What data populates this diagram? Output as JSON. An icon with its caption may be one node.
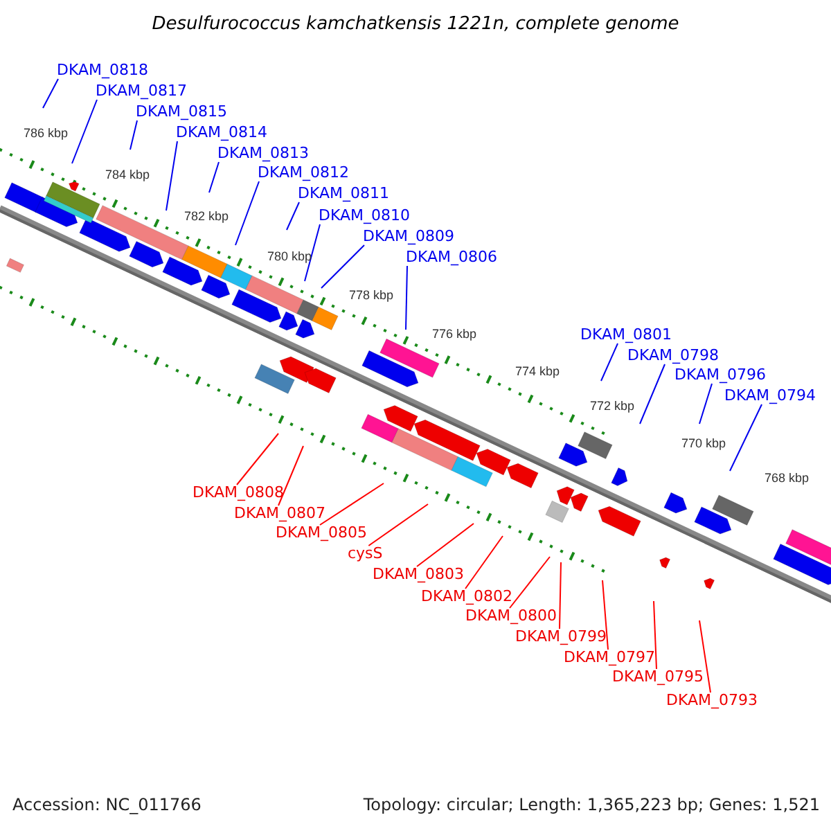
{
  "diagram": {
    "title": "Desulfurococcus kamchatkensis 1221n, complete genome",
    "nodes": [
      {
        "text": [
          "DKAM_0818"
        ]
      },
      {
        "text": [
          "DKAM_0817"
        ]
      },
      {
        "text": [
          "DKAM_0815"
        ]
      },
      {
        "text": [
          "DKAM_0814"
        ]
      },
      {
        "text": [
          "DKAM_0813"
        ]
      },
      {
        "text": [
          "DKAM_0812"
        ]
      },
      {
        "text": [
          "DKAM_0811"
        ]
      },
      {
        "text": [
          "DKAM_0810"
        ]
      },
      {
        "text": [
          "DKAM_0809"
        ]
      },
      {
        "text": [
          "DKAM_0806"
        ]
      },
      {
        "text": [
          "DKAM_0801"
        ]
      },
      {
        "text": [
          "DKAM_0798"
        ]
      },
      {
        "text": [
          "DKAM_0796"
        ]
      },
      {
        "text": [
          "DKAM_0794"
        ]
      },
      {
        "text": [
          "DKAM_0808"
        ]
      },
      {
        "text": [
          "DKAM_0807"
        ]
      },
      {
        "text": [
          "DKAM_0805"
        ]
      },
      {
        "text": [
          "cysS"
        ]
      },
      {
        "text": [
          "DKAM_0803"
        ]
      },
      {
        "text": [
          "DKAM_0802"
        ]
      },
      {
        "text": [
          "DKAM_0800"
        ]
      },
      {
        "text": [
          "DKAM_0799"
        ]
      },
      {
        "text": [
          "DKAM_0797"
        ]
      },
      {
        "text": [
          "DKAM_0795"
        ]
      },
      {
        "text": [
          "DKAM_0793"
        ]
      }
    ],
    "edges": [
      {
        "from": 0,
        "to": null,
        "arrow": "none"
      },
      {
        "from": 1,
        "to": null,
        "arrow": "none"
      },
      {
        "from": 2,
        "to": null,
        "arrow": "none"
      },
      {
        "from": 3,
        "to": null,
        "arrow": "none"
      },
      {
        "from": 4,
        "to": null,
        "arrow": "none"
      },
      {
        "from": 5,
        "to": null,
        "arrow": "none"
      },
      {
        "from": 6,
        "to": null,
        "arrow": "none"
      },
      {
        "from": 7,
        "to": null,
        "arrow": "none"
      },
      {
        "from": 8,
        "to": null,
        "arrow": "none"
      },
      {
        "from": 9,
        "to": null,
        "arrow": "none"
      },
      {
        "from": 10,
        "to": null,
        "arrow": "none"
      },
      {
        "from": 11,
        "to": null,
        "arrow": "none"
      },
      {
        "from": 12,
        "to": null,
        "arrow": "none"
      },
      {
        "from": 13,
        "to": null,
        "arrow": "none"
      },
      {
        "from": 14,
        "to": null,
        "arrow": "none",
        "color": "#ff0000"
      },
      {
        "from": 15,
        "to": null,
        "arrow": "none",
        "color": "#ff0000"
      },
      {
        "from": 16,
        "to": null,
        "arrow": "none",
        "color": "#ff0000"
      },
      {
        "from": 17,
        "to": null,
        "arrow": "none",
        "color": "#ff0000"
      },
      {
        "from": 18,
        "to": null,
        "arrow": "none",
        "color": "#ff0000"
      },
      {
        "from": 19,
        "to": null,
        "arrow": "none",
        "color": "#ff0000"
      },
      {
        "from": 20,
        "to": null,
        "arrow": "none",
        "color": "#ff0000"
      },
      {
        "from": 21,
        "to": null,
        "arrow": "none",
        "color": "#ff0000"
      },
      {
        "from": 22,
        "to": null,
        "arrow": "none",
        "color": "#ff0000"
      },
      {
        "from": 23,
        "to": null,
        "arrow": "none",
        "color": "#ff0000"
      },
      {
        "from": 24,
        "to": null,
        "arrow": "none",
        "color": "#ff0000"
      }
    ],
    "labels": [
      "786 kbp",
      "784 kbp",
      "782 kbp",
      "780 kbp",
      "778 kbp",
      "776 kbp",
      "774 kbp",
      "772 kbp",
      "770 kbp",
      "768 kbp",
      "Accession: NC_011766",
      "Topology: circular; Length: 1,365,223 bp; Genes: 1,521"
    ]
  }
}
